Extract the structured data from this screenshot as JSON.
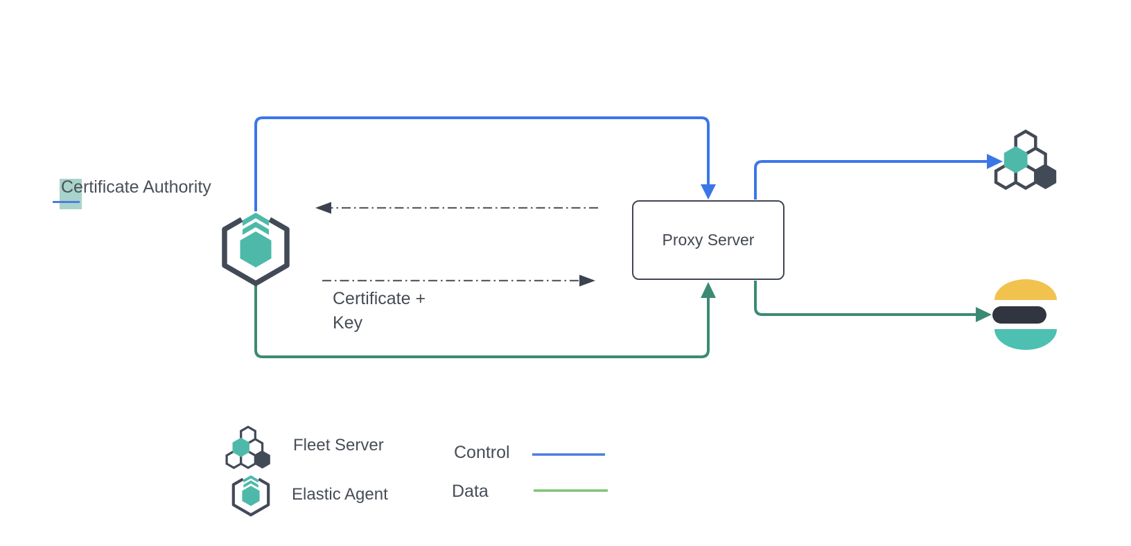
{
  "diagram": {
    "nodes": {
      "certificate_authority": {
        "label": "Certificate Authority",
        "edit_state": "letter C selected with teal highlight and blue text cursor"
      },
      "proxy_server": {
        "label": "Proxy Server"
      },
      "fleet_server": {
        "icon": "fleet-server-icon"
      },
      "elasticsearch": {
        "icon": "elasticsearch-logo"
      }
    },
    "annotations": {
      "certificate_key": {
        "line1": "Certificate +",
        "line2": "Key"
      }
    },
    "edges": [
      {
        "name": "control-ca-to-proxy",
        "type": "control",
        "from": "certificate-authority-agent",
        "to": "proxy-server-top"
      },
      {
        "name": "data-ca-to-proxy",
        "type": "data",
        "from": "certificate-authority-agent",
        "to": "proxy-server-bottom"
      },
      {
        "name": "control-proxy-to-fleet",
        "type": "control",
        "from": "proxy-server",
        "to": "fleet-server"
      },
      {
        "name": "data-proxy-to-elasticsearch",
        "type": "data",
        "from": "proxy-server",
        "to": "elasticsearch"
      },
      {
        "name": "dashed-proxy-to-ca",
        "type": "dashed",
        "direction": "left"
      },
      {
        "name": "dashed-ca-to-proxy-certificate-key",
        "type": "dashed",
        "direction": "right"
      }
    ]
  },
  "legend": {
    "fleet_server_label": "Fleet Server",
    "elastic_agent_label": "Elastic Agent",
    "control_label": "Control",
    "data_label": "Data"
  },
  "colors": {
    "control_blue": "#3b76e8",
    "data_green": "#3d8a74",
    "legend_control_blue": "#4b7de0",
    "legend_data_green": "#7cc573",
    "dashed_gray": "#565d66",
    "dashed_arrow_dark": "#3d434e",
    "dark_slate": "#434a57",
    "teal": "#4eb9a9",
    "es_yellow": "#f2c24e",
    "es_dark": "#30353f",
    "es_teal": "#4dc0b2",
    "selection_teal": "#a8d3ca",
    "caret_blue": "#4b7ce2",
    "white": "#ffffff"
  }
}
